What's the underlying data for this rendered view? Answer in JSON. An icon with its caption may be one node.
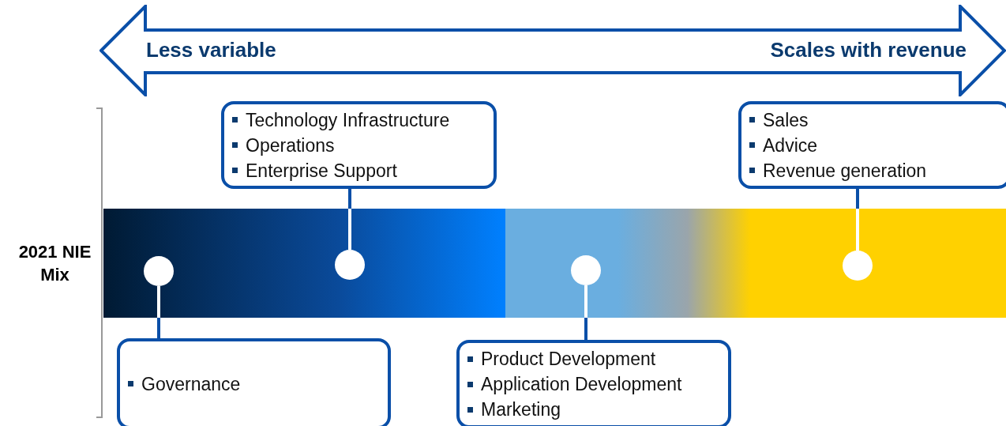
{
  "diagram": {
    "nodes": [
      {
        "text": [
          "Less variable",
          "Scales with revenue"
        ]
      },
      {
        "text": [
          "Technology Infrastructure",
          "Operations",
          "Enterprise Support"
        ]
      },
      {
        "text": [
          "Sales",
          "Advice",
          "Revenue generation"
        ]
      },
      {
        "text": [],
        "shape": "bar"
      },
      {
        "text": [],
        "shape": "circle",
        "in": 3
      },
      {
        "text": [],
        "shape": "circle",
        "in": 3
      },
      {
        "text": [],
        "shape": "circle",
        "in": 3
      },
      {
        "text": [],
        "shape": "circle",
        "in": 3
      },
      {
        "text": [
          "Governance"
        ]
      },
      {
        "text": [
          "Product Development",
          "Application Development",
          "Marketing"
        ]
      }
    ],
    "edges": [
      {
        "from": 4,
        "to": 8,
        "arrow": "none"
      },
      {
        "from": 5,
        "to": 1,
        "arrow": "none"
      },
      {
        "from": 6,
        "to": 9,
        "arrow": "none"
      },
      {
        "from": 7,
        "to": 2,
        "arrow": "none"
      }
    ],
    "labels": [
      "2021 NIE Mix"
    ]
  }
}
